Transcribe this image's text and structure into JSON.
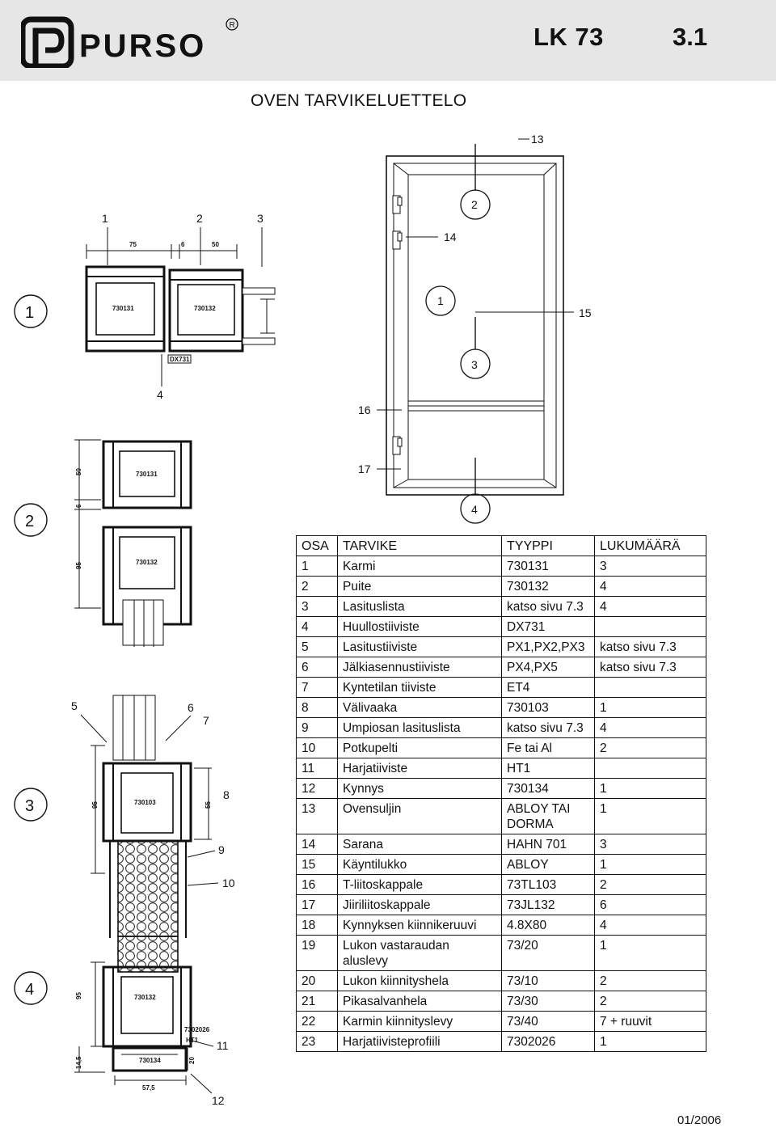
{
  "header": {
    "brand": "PURSO",
    "registered_mark": "R",
    "doc_code": "LK 73",
    "doc_number": "3.1"
  },
  "page_title": "OVEN TARVIKELUETTELO",
  "section_markers": [
    "1",
    "2",
    "3",
    "4"
  ],
  "door_callouts": [
    "13",
    "2",
    "14",
    "1",
    "15",
    "3",
    "16",
    "17",
    "4"
  ],
  "detail1": {
    "callouts": [
      "1",
      "2",
      "3",
      "4"
    ],
    "dims": [
      "75",
      "6",
      "50"
    ],
    "profiles": [
      "730131",
      "730132",
      "DX731"
    ]
  },
  "detail2": {
    "dims": [
      "50",
      "6",
      "95"
    ],
    "profiles": [
      "730131",
      "730132"
    ]
  },
  "detail3": {
    "callouts": [
      "5",
      "6",
      "7",
      "8",
      "9",
      "10"
    ],
    "dims": [
      "95",
      "55"
    ],
    "profiles": [
      "730103"
    ]
  },
  "detail4": {
    "callouts": [
      "11",
      "12"
    ],
    "dims": [
      "95",
      "14,5",
      "20",
      "57,5"
    ],
    "profiles": [
      "730132",
      "7302026",
      "HT1",
      "730134"
    ]
  },
  "table": {
    "headers": [
      "OSA",
      "TARVIKE",
      "TYYPPI",
      "LUKUMÄÄRÄ"
    ],
    "rows": [
      [
        "1",
        "Karmi",
        "730131",
        "3"
      ],
      [
        "2",
        "Puite",
        "730132",
        "4"
      ],
      [
        "3",
        "Lasituslista",
        "katso sivu 7.3",
        "4"
      ],
      [
        "4",
        "Huullostiiviste",
        "DX731",
        ""
      ],
      [
        "5",
        "Lasitustiiviste",
        "PX1,PX2,PX3",
        "katso sivu 7.3"
      ],
      [
        "6",
        "Jälkiasennustiiviste",
        "PX4,PX5",
        "katso sivu 7.3"
      ],
      [
        "7",
        "Kyntetilan tiiviste",
        "ET4",
        ""
      ],
      [
        "8",
        "Välivaaka",
        "730103",
        "1"
      ],
      [
        "9",
        "Umpiosan lasituslista",
        "katso sivu 7.3",
        "4"
      ],
      [
        "10",
        "Potkupelti",
        "Fe tai Al",
        "2"
      ],
      [
        "11",
        "Harjatiiviste",
        "HT1",
        ""
      ],
      [
        "12",
        "Kynnys",
        "730134",
        "1"
      ],
      [
        "13",
        "Ovensuljin",
        "ABLOY TAI DORMA",
        "1"
      ],
      [
        "14",
        "Sarana",
        "HAHN 701",
        "3"
      ],
      [
        "15",
        "Käyntilukko",
        "ABLOY",
        "1"
      ],
      [
        "16",
        "T-liitoskappale",
        "73TL103",
        "2"
      ],
      [
        "17",
        "Jiiriliitoskappale",
        "73JL132",
        "6"
      ],
      [
        "18",
        "Kynnyksen kiinnikeruuvi",
        "4.8X80",
        "4"
      ],
      [
        "19",
        "Lukon vastaraudan aluslevy",
        "73/20",
        "1"
      ],
      [
        "20",
        "Lukon kiinnityshela",
        "73/10",
        "2"
      ],
      [
        "21",
        "Pikasalvanhela",
        "73/30",
        "2"
      ],
      [
        "22",
        "Karmin kiinnityslevy",
        "73/40",
        "7 + ruuvit"
      ],
      [
        "23",
        "Harjatiivisteprofiili",
        "7302026",
        "1"
      ]
    ]
  },
  "footer": {
    "date": "01/2006"
  },
  "colors": {
    "header_bg": "#e6e6e6",
    "ink": "#111111",
    "panel_hatch": "#bdbdbd"
  },
  "icons": [
    "purso-logo-icon",
    "registered-mark-icon"
  ]
}
